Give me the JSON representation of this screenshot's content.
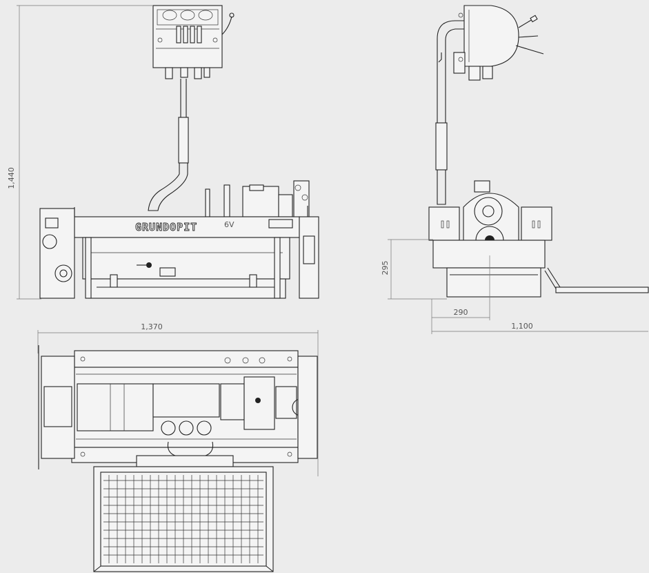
{
  "drawing": {
    "brand_text": "GRUNDOPIT",
    "brand_suffix": "6V",
    "dimensions": {
      "front_height": "1,440",
      "top_width": "1,370",
      "side_height": "295",
      "side_offset": "290",
      "side_width": "1,100"
    }
  },
  "colors": {
    "background": "#ececec",
    "line": "#222222",
    "dimension_line": "#777777"
  }
}
